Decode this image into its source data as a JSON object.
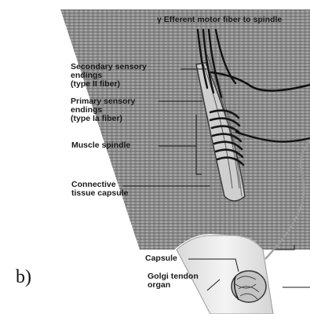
{
  "panel_letter": "b)",
  "labels": {
    "gamma_efferent": "γ Efferent motor fiber to spindle",
    "secondary": [
      "Secondary sensory",
      "endings",
      "(type II fiber)"
    ],
    "primary": [
      "Primary sensory",
      "endings",
      "(type Ia fiber)"
    ],
    "spindle": "Muscle spindle",
    "capsule_ct": [
      "Connective",
      "tissue capsule"
    ],
    "capsule": "Capsule",
    "golgi": [
      "Golgi tendon",
      "organ"
    ]
  }
}
